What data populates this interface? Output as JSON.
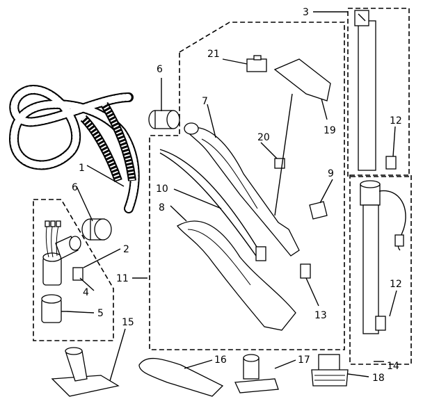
{
  "diagram": {
    "callouts": [
      {
        "id": "c1",
        "text": "1"
      },
      {
        "id": "c2",
        "text": "2"
      },
      {
        "id": "c3",
        "text": "3"
      },
      {
        "id": "c4",
        "text": "4"
      },
      {
        "id": "c5",
        "text": "5"
      },
      {
        "id": "c6a",
        "text": "6"
      },
      {
        "id": "c6b",
        "text": "6"
      },
      {
        "id": "c7",
        "text": "7"
      },
      {
        "id": "c8",
        "text": "8"
      },
      {
        "id": "c9",
        "text": "9"
      },
      {
        "id": "c10",
        "text": "10"
      },
      {
        "id": "c11",
        "text": "11"
      },
      {
        "id": "c12a",
        "text": "12"
      },
      {
        "id": "c12b",
        "text": "12"
      },
      {
        "id": "c13",
        "text": "13"
      },
      {
        "id": "c14",
        "text": "14"
      },
      {
        "id": "c15",
        "text": "15"
      },
      {
        "id": "c16",
        "text": "16"
      },
      {
        "id": "c17",
        "text": "17"
      },
      {
        "id": "c18",
        "text": "18"
      },
      {
        "id": "c19",
        "text": "19"
      },
      {
        "id": "c20",
        "text": "20"
      },
      {
        "id": "c21",
        "text": "21"
      }
    ]
  }
}
